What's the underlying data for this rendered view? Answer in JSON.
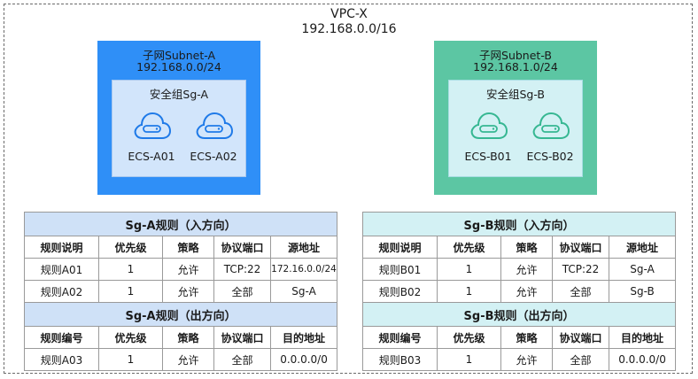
{
  "vpc": {
    "name": "VPC-X",
    "cidr": "192.168.0.0/16"
  },
  "subnets": [
    {
      "name": "子网Subnet-A",
      "cidr": "192.168.0.0/24",
      "color": "#2f8ff7",
      "security_group": "安全组Sg-A",
      "servers": [
        "ECS-A01",
        "ECS-A02"
      ],
      "icon": "cloud-server-icon",
      "icon_color": "#1f7ae8"
    },
    {
      "name": "子网Subnet-B",
      "cidr": "192.168.1.0/24",
      "color": "#5cc6a3",
      "security_group": "安全组Sg-B",
      "servers": [
        "ECS-B01",
        "ECS-B02"
      ],
      "icon": "cloud-server-icon",
      "icon_color": "#36b792"
    }
  ],
  "rule_tables": [
    {
      "inbound_title": "Sg-A规则（入方向）",
      "inbound_headers": [
        "规则说明",
        "优先级",
        "策略",
        "协议端口",
        "源地址"
      ],
      "inbound_rows": [
        [
          "规则A01",
          "1",
          "允许",
          "TCP:22",
          "172.16.0.0/24"
        ],
        [
          "规则A02",
          "1",
          "允许",
          "全部",
          "Sg-A"
        ]
      ],
      "outbound_title": "Sg-A规则（出方向）",
      "outbound_headers": [
        "规则编号",
        "优先级",
        "策略",
        "协议端口",
        "目的地址"
      ],
      "outbound_rows": [
        [
          "规则A03",
          "1",
          "允许",
          "全部",
          "0.0.0.0/0"
        ]
      ]
    },
    {
      "inbound_title": "Sg-B规则（入方向）",
      "inbound_headers": [
        "规则说明",
        "优先级",
        "策略",
        "协议端口",
        "源地址"
      ],
      "inbound_rows": [
        [
          "规则B01",
          "1",
          "允许",
          "TCP:22",
          "Sg-A"
        ],
        [
          "规则B02",
          "1",
          "允许",
          "全部",
          "Sg-B"
        ]
      ],
      "outbound_title": "Sg-B规则（出方向）",
      "outbound_headers": [
        "规则编号",
        "优先级",
        "策略",
        "协议端口",
        "目的地址"
      ],
      "outbound_rows": [
        [
          "规则B03",
          "1",
          "允许",
          "全部",
          "0.0.0.0/0"
        ]
      ]
    }
  ]
}
